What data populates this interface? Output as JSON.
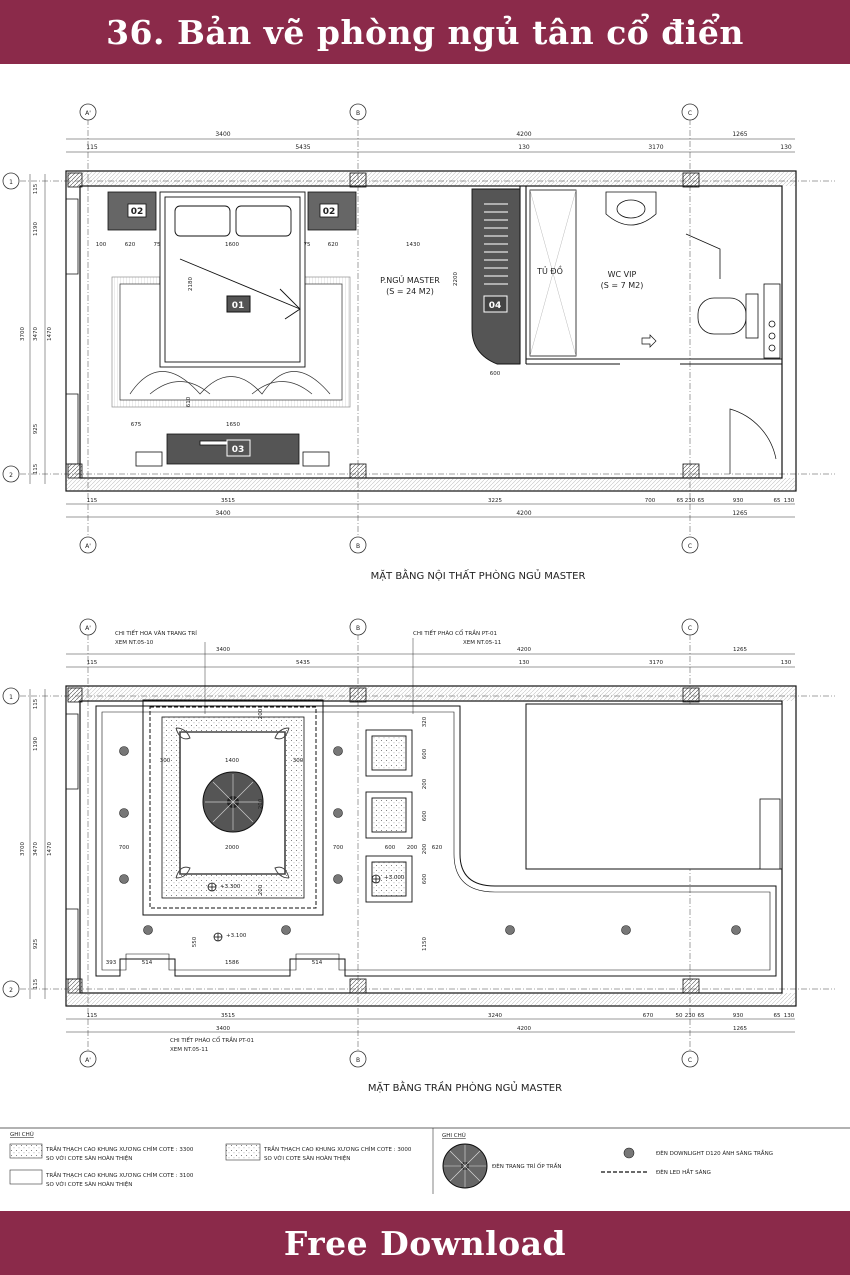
{
  "page": {
    "title": "36. Bản vẽ phòng ngủ tân cổ điển",
    "footer": "Free Download"
  },
  "colors": {
    "banner": "#8b2a4a",
    "banner_text": "#ffffff",
    "line": "#222222"
  },
  "axes": {
    "a": "A'",
    "b": "B",
    "c": "C",
    "row1": "1",
    "row2": "2"
  },
  "plan1": {
    "caption": "MẶT BẰNG NỘI THẤT PHÒNG NGỦ MASTER",
    "room_name": "P.NGỦ MASTER",
    "room_area": "(S = 24 M2)",
    "wc_name": "WC VIP",
    "wc_area": "(S = 7 M2)",
    "closet": "TỦ ĐỒ",
    "tags": {
      "t01": "01",
      "t02a": "02",
      "t02b": "02",
      "t03": "03",
      "t04": "04"
    },
    "dims_top": [
      "3400",
      "4200",
      "1265",
      "115",
      "5435",
      "130",
      "3170",
      "130"
    ],
    "dims_bottom": [
      "115",
      "3515",
      "3225",
      "700",
      "65",
      "230",
      "65",
      "930",
      "65",
      "130",
      "3400",
      "4200",
      "1265"
    ],
    "dims_left": [
      "115",
      "1190",
      "3700",
      "3470",
      "1470",
      "925",
      "115"
    ],
    "dims_inner": [
      "100",
      "620",
      "75",
      "1600",
      "75",
      "620",
      "1430",
      "2180",
      "2200",
      "600",
      "675",
      "1650",
      "610"
    ]
  },
  "plan2": {
    "caption": "MẶT BẰNG TRẦN PHÒNG NGỦ MASTER",
    "note_pattern": "CHI TIẾT HOA VĂN TRANG TRÍ",
    "note_pattern_ref": "XEM NT.05-10",
    "note_molding": "CHI TIẾT PHÀO CỔ TRẦN PT-01",
    "note_molding_ref": "XEM NT.05-11",
    "note_molding_bottom": "CHI TIẾT PHÀO CỔ TRẦN PT-01",
    "note_molding_bottom_ref": "XEM NT.05-11",
    "level_3300": "+3.300",
    "level_3000": "+3.000",
    "level_3100": "+3.100",
    "dims_top": [
      "3400",
      "4200",
      "1265",
      "115",
      "5435",
      "130",
      "3170",
      "130"
    ],
    "dims_bottom": [
      "115",
      "3515",
      "3240",
      "670",
      "50",
      "230",
      "65",
      "930",
      "65",
      "130",
      "3400",
      "4200",
      "1265"
    ],
    "dims_left": [
      "115",
      "1190",
      "3700",
      "3470",
      "1470",
      "925",
      "115"
    ],
    "dims_inner": [
      "300",
      "1400",
      "300",
      "200",
      "200",
      "2000",
      "700",
      "700",
      "600",
      "200",
      "620",
      "200",
      "600",
      "200",
      "600",
      "600",
      "320",
      "200",
      "550",
      "1150",
      "393",
      "514",
      "1586",
      "514"
    ]
  },
  "legend": {
    "title": "GHI CHÚ",
    "item1_line1": "TRẦN THẠCH CAO KHUNG XƯƠNG CHÌM COTE : 3300",
    "item1_line2": "SO VỚI COTE SÀN HOÀN THIỆN",
    "item2_line1": "TRẦN THẠCH CAO KHUNG XƯƠNG CHÌM COTE : 3000",
    "item2_line2": "SO VỚI COTE SÀN HOÀN THIỆN",
    "item3_line1": "TRẦN THẠCH CAO KHUNG XƯƠNG CHÌM COTE : 3100",
    "item3_line2": "SO VỚI COTE SÀN HOÀN THIỆN",
    "title2": "GHI CHÚ",
    "lamp_label": "ĐÈN TRANG TRÍ ỐP TRẦN",
    "downlight_label": "ĐÈN DOWNLIGHT D120 ÁNH SÁNG TRẮNG",
    "led_label": "ĐÈN LED HẮT SÁNG"
  }
}
